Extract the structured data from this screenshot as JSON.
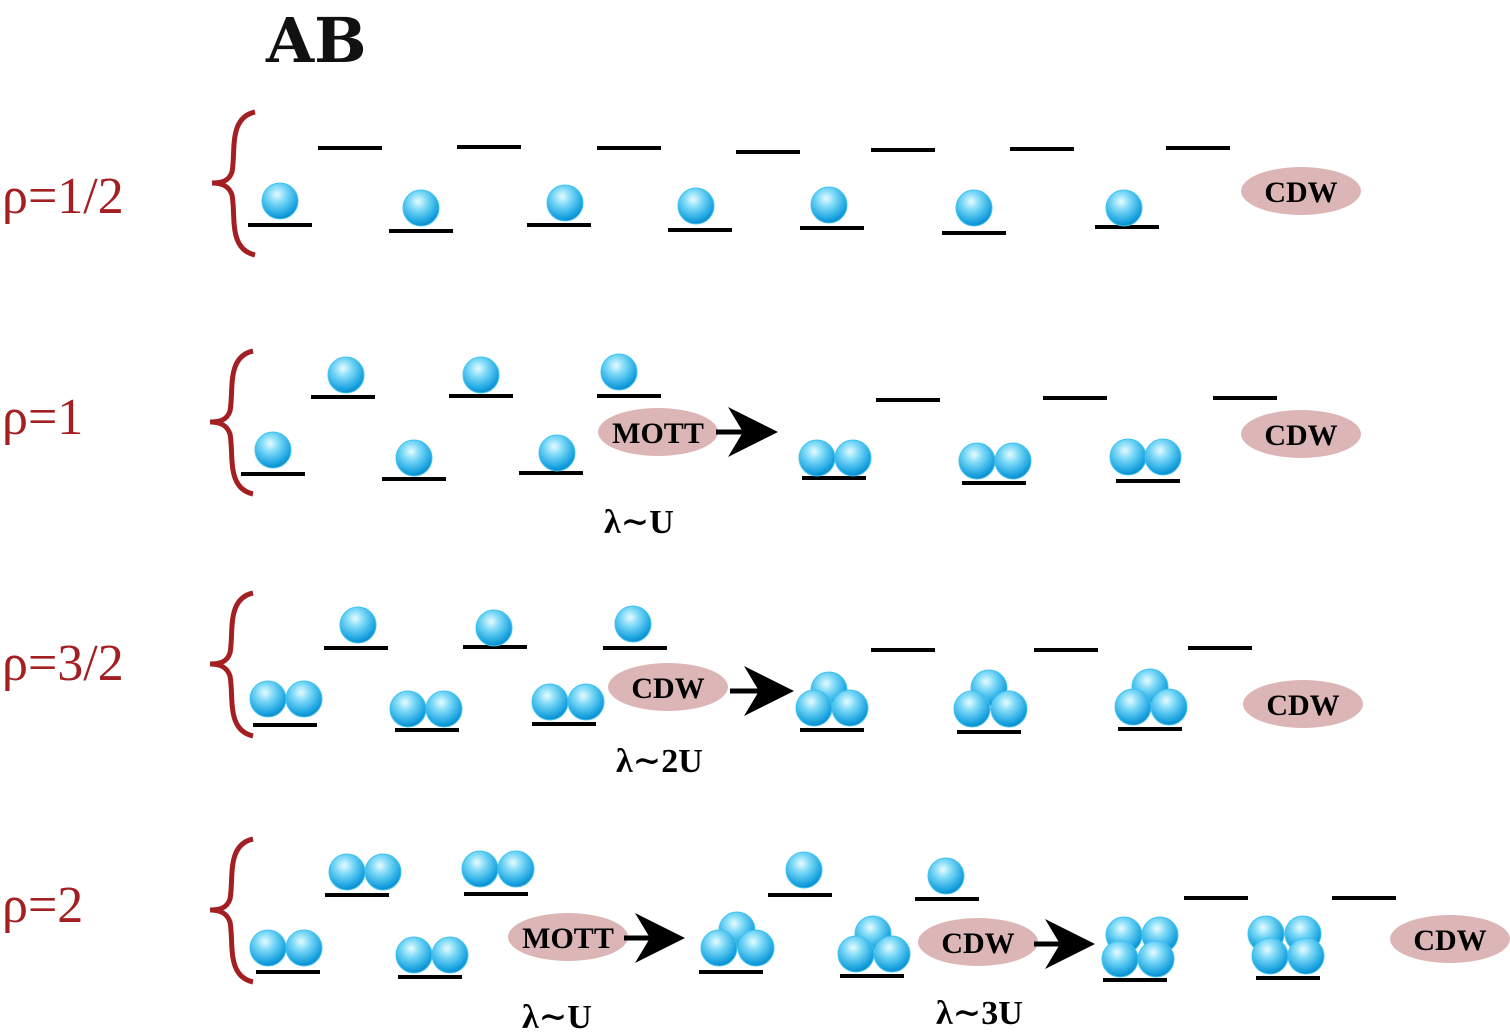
{
  "title": "AB",
  "colors": {
    "density": "#a31f22",
    "pill": "#dcb6b6",
    "ball_light": "#b8f1ff",
    "ball_mid": "#3fc4f0",
    "ball_dark": "#0a86c8",
    "line": "#000000"
  },
  "rows": [
    {
      "density": "ρ=1/2",
      "labels": [
        "CDW"
      ],
      "lambdas": [],
      "sites": [
        {
          "upper": 0,
          "lower": 1
        },
        {
          "upper": 0,
          "lower": 1
        },
        {
          "upper": 0,
          "lower": 1
        },
        {
          "upper": 0,
          "lower": 1
        },
        {
          "upper": 0,
          "lower": 1
        },
        {
          "upper": 0,
          "lower": 1
        },
        {
          "upper": 0,
          "lower": 1
        }
      ]
    },
    {
      "density": "ρ=1",
      "labels": [
        "MOTT",
        "CDW"
      ],
      "lambdas": [
        "λ∼U"
      ],
      "sites": [
        {
          "upper": 1,
          "lower": 1
        },
        {
          "upper": 1,
          "lower": 1
        },
        {
          "upper": 1,
          "lower": 1
        },
        {
          "upper": 0,
          "lower": 2
        },
        {
          "upper": 0,
          "lower": 2
        },
        {
          "upper": 0,
          "lower": 2
        }
      ]
    },
    {
      "density": "ρ=3/2",
      "labels": [
        "CDW",
        "CDW"
      ],
      "lambdas": [
        "λ∼2U"
      ],
      "sites": [
        {
          "upper": 1,
          "lower": 2
        },
        {
          "upper": 1,
          "lower": 2
        },
        {
          "upper": 1,
          "lower": 2
        },
        {
          "upper": 0,
          "lower": 3
        },
        {
          "upper": 0,
          "lower": 3
        },
        {
          "upper": 0,
          "lower": 3
        }
      ]
    },
    {
      "density": "ρ=2",
      "labels": [
        "MOTT",
        "CDW",
        "CDW"
      ],
      "lambdas": [
        "λ∼U",
        "λ∼3U"
      ],
      "sites": [
        {
          "upper": 2,
          "lower": 2
        },
        {
          "upper": 2,
          "lower": 2
        },
        {
          "upper": 1,
          "lower": 3
        },
        {
          "upper": 1,
          "lower": 3
        },
        {
          "upper": 0,
          "lower": 4
        },
        {
          "upper": 0,
          "lower": 4
        }
      ]
    }
  ]
}
